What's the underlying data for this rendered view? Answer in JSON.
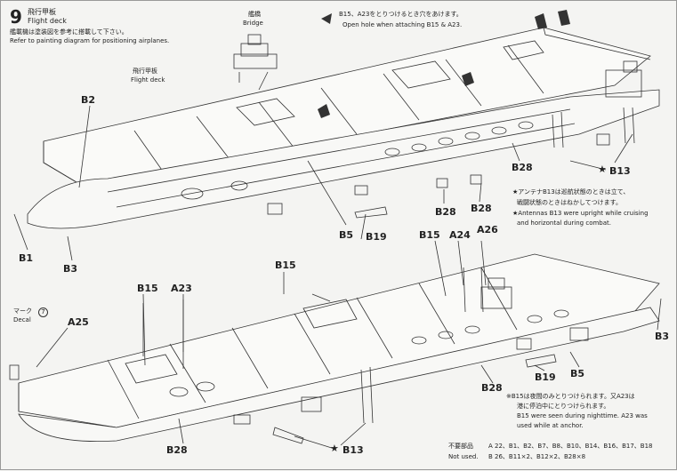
{
  "step": {
    "number": "9",
    "title_jp": "飛行甲板",
    "title_en": "Flight deck",
    "note_jp": "艦載機は塗装図を参考に搭載して下さい。",
    "note_en": "Refer to painting diagram for positioning airplanes."
  },
  "bridge": {
    "jp": "艦橋",
    "en": "Bridge"
  },
  "flight_deck_label": {
    "jp": "飛行甲板",
    "en": "Flight deck"
  },
  "hole_note": {
    "jp": "B15、A23をとりつけるとき穴をあけます。",
    "en": "Open hole when attaching B15 & A23."
  },
  "antenna_note": {
    "jp_line1": "★アンテナB13は巡航状態のときは立て、",
    "jp_line2": "戦闘状態のときはねかしてつけます。",
    "en_line1": "★Antennas B13 were upright while cruising",
    "en_line2": "and horizontal during combat."
  },
  "night_note": {
    "jp_line1": "※B15は夜間のみとりつけられます。又A23は",
    "jp_line2": "港に停泊中にとりつけられます。",
    "en_line1": "B15 were seen during nighttime. A23 was",
    "en_line2": "used while at anchor."
  },
  "unused": {
    "jp": "不要部品",
    "en": "Not used.",
    "line1": "A 22、B1、B2、B7、B8、B10、B14、B16、B17、B18",
    "line2": "B 26、B11×2、B12×2、B28×8"
  },
  "decal": {
    "jp": "マーク",
    "num": "7",
    "en": "Decal"
  },
  "callouts": {
    "b2": "B2",
    "b1": "B1",
    "b3_top": "B3",
    "b5_top": "B5",
    "b19_top": "B19",
    "b28_a": "B28",
    "b28_b": "B28",
    "b28_c": "B28",
    "b13_top": "B13",
    "b15_mid": "B15",
    "a24": "A24",
    "a26": "A26",
    "b15_low": "B15",
    "a23": "A23",
    "a25": "A25",
    "b15_left": "B15",
    "b3_right": "B3",
    "b19_low": "B19",
    "b5_low": "B5",
    "b28_low1": "B28",
    "b28_low2": "B28",
    "b13_low": "B13"
  }
}
